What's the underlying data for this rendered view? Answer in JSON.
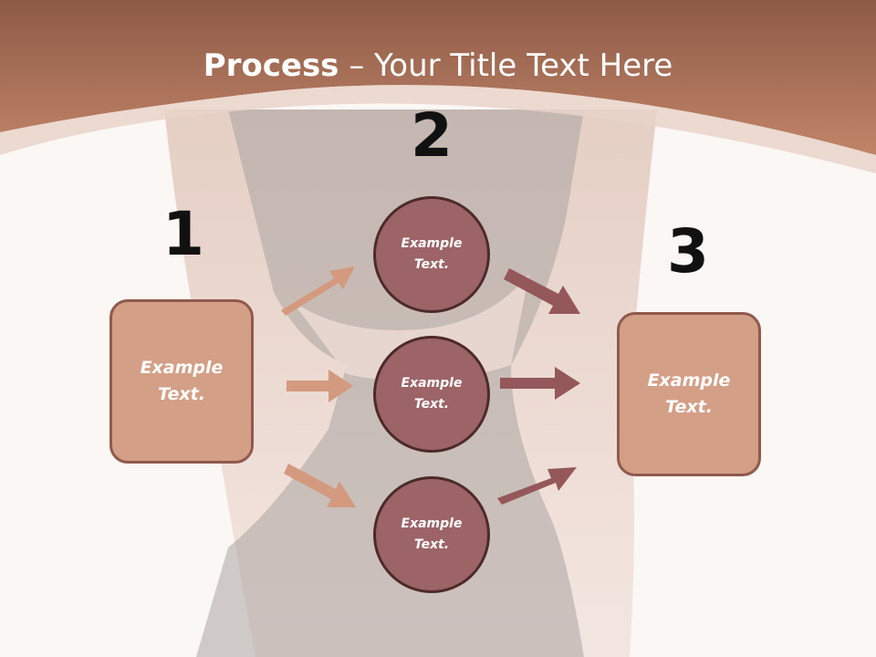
{
  "slide": {
    "title_bold": "Process",
    "title_rest": " – Your Title Text Here"
  },
  "steps": {
    "step1_number": "1",
    "step2_number": "2",
    "step3_number": "3"
  },
  "boxes": {
    "left_box_text": "Example\nText.",
    "right_box_text": "Example\nText."
  },
  "circles": {
    "top_text": "Example\nText.",
    "middle_text": "Example\nText.",
    "bottom_text": "Example\nText."
  },
  "colors": {
    "header_band": "#b97b60",
    "box_fill": "#d39f86",
    "box_border": "#8f5a4e",
    "circle_fill": "#9c6467",
    "circle_border": "#4d2a2b",
    "left_arrows": "#d39a80",
    "right_arrows": "#94585a"
  }
}
